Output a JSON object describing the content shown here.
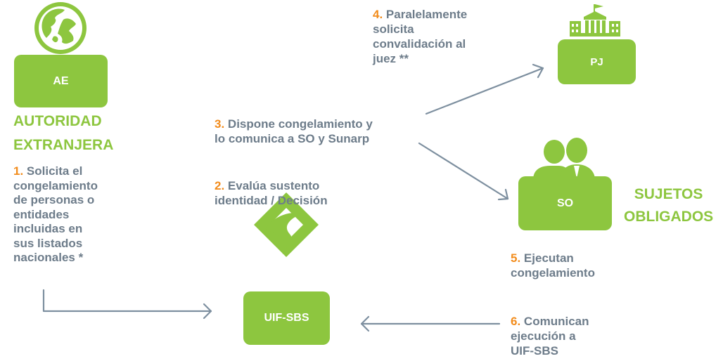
{
  "nodes": {
    "ae": {
      "label": "AE",
      "title_line1": "AUTORIDAD",
      "title_line2": "EXTRANJERA"
    },
    "pj": {
      "label": "PJ"
    },
    "so": {
      "label": "SO",
      "title_line1": "SUJETOS",
      "title_line2": "OBLIGADOS"
    },
    "uif": {
      "label": "UIF-SBS"
    }
  },
  "steps": {
    "s1": {
      "num": "1.",
      "lines": [
        "Solicita el",
        "congelamiento",
        "de personas o",
        "entidades",
        "incluidas en",
        "sus listados",
        "nacionales *"
      ]
    },
    "s2": {
      "num": "2.",
      "line1": "Evalúa sustento",
      "line2": "identidad / Decisión"
    },
    "s3": {
      "num": "3.",
      "line1": "Dispone congelamiento y",
      "line2": "lo comunica a SO y Sunarp"
    },
    "s4": {
      "num": "4.",
      "lines": [
        "Paralelamente",
        "solicita",
        "convalidación al",
        "juez **"
      ]
    },
    "s5": {
      "num": "5.",
      "line1": "Ejecutan",
      "line2": "congelamiento"
    },
    "s6": {
      "num": "6.",
      "line1": "Comunican",
      "line2": "ejecución a",
      "line3": "UIF-SBS"
    }
  },
  "colors": {
    "green": "#8dc63f",
    "orange": "#f28c1c",
    "gray": "#6d7c8a",
    "arrow": "#7d8f9f"
  },
  "icons": [
    "globe-icon",
    "courthouse-icon",
    "people-icon",
    "sbs-logo-icon"
  ]
}
